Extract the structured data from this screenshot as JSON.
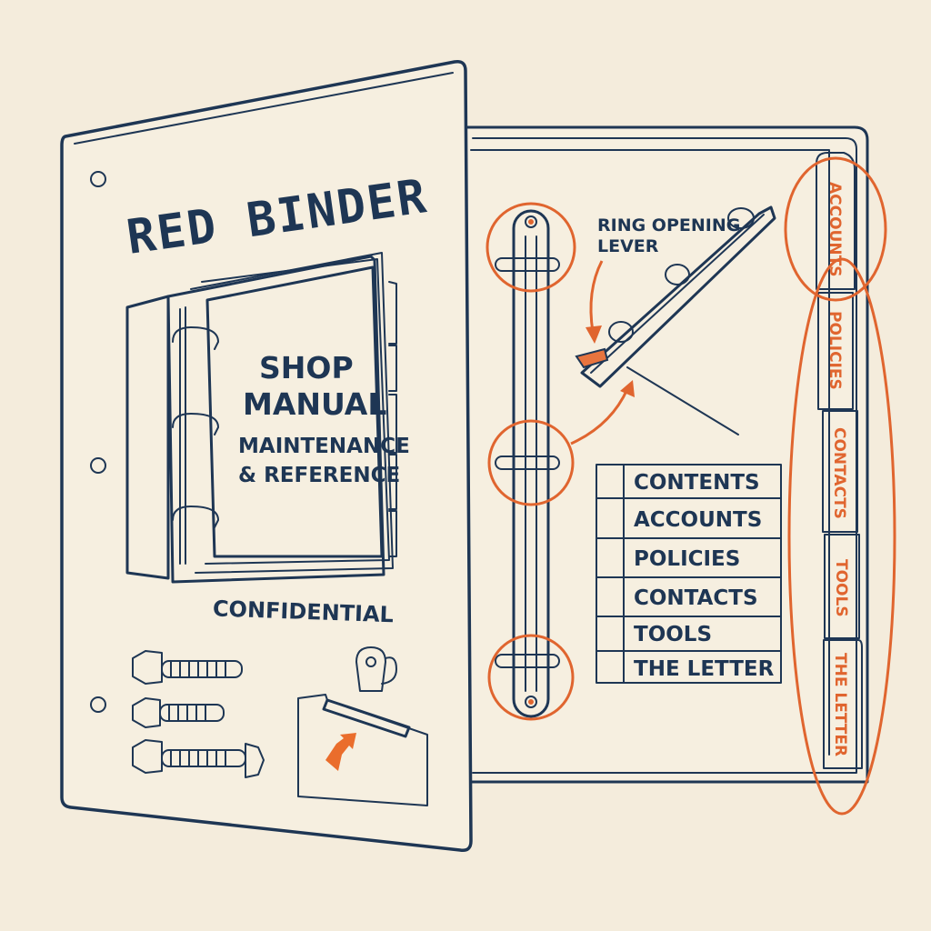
{
  "cover": {
    "title": "RED BINDER",
    "manual_line1": "SHOP",
    "manual_line2": "MANUAL",
    "manual_line3": "MAINTENANCE",
    "manual_line4": "& REFERENCE",
    "stamp": "CONFIDENTIAL"
  },
  "callout": {
    "line1": "RING OPENING",
    "line2": "LEVER"
  },
  "toc": {
    "items": [
      "CONTENTS",
      "ACCOUNTS",
      "POLICIES",
      "CONTACTS",
      "TOOLS",
      "THE LETTER"
    ]
  },
  "tabs": {
    "items": [
      "ACCOUNTS",
      "POLICIES",
      "CONTACTS",
      "TOOLS",
      "THE LETTER"
    ]
  },
  "colors": {
    "ink": "#1e3654",
    "accent": "#e0652f",
    "paper": "#f4ecdc"
  }
}
